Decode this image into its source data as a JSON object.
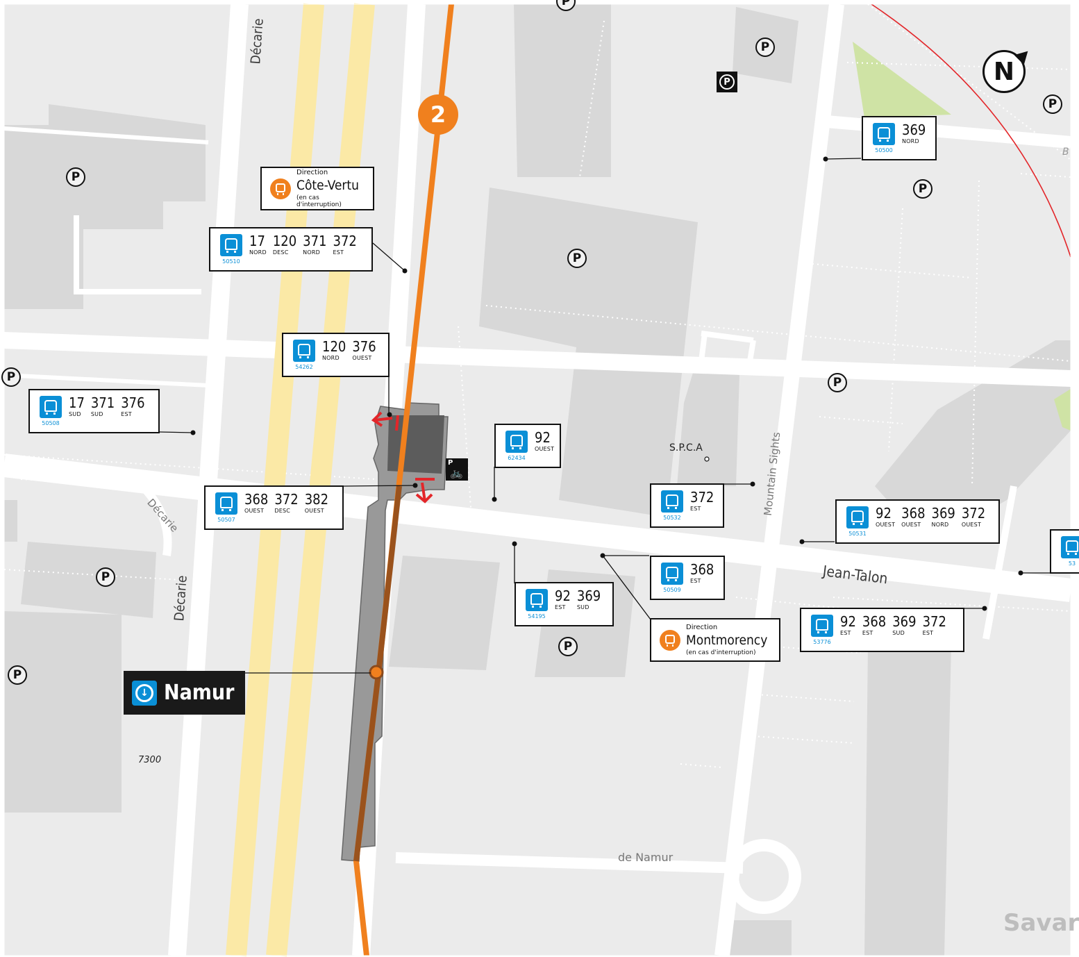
{
  "map": {
    "station_name": "Namur",
    "metro_line": "2",
    "north_label": "N",
    "streets": {
      "decarie_top": "Décarie",
      "decarie_bottom": "Décarie",
      "decarie_ramp": "Décarie",
      "jean_talon": "Jean-Talon",
      "mountain_sights": "Mountain Sights",
      "de_namur": "de Namur",
      "savane": "Savar",
      "b_partial": "B"
    },
    "places": {
      "spca": "S.P.C.A",
      "address": "7300"
    },
    "parking_label": "P",
    "bike_parking": {
      "p": "P",
      "bike": "🚲"
    },
    "directions": [
      {
        "id": "cote-vertu",
        "top": "Direction",
        "name": "Côte-Vertu",
        "note": "(en cas d'interruption)"
      },
      {
        "id": "montmorency",
        "top": "Direction",
        "name": "Montmorency",
        "note": "(en cas d'interruption)"
      }
    ],
    "bus_stops": [
      {
        "code": "50510",
        "routes": [
          {
            "num": "17",
            "dir": "NORD"
          },
          {
            "num": "120",
            "dir": "DESC"
          },
          {
            "num": "371",
            "dir": "NORD"
          },
          {
            "num": "372",
            "dir": "EST"
          }
        ]
      },
      {
        "code": "54262",
        "routes": [
          {
            "num": "120",
            "dir": "NORD"
          },
          {
            "num": "376",
            "dir": "OUEST"
          }
        ]
      },
      {
        "code": "50508",
        "routes": [
          {
            "num": "17",
            "dir": "SUD"
          },
          {
            "num": "371",
            "dir": "SUD"
          },
          {
            "num": "376",
            "dir": "EST"
          }
        ]
      },
      {
        "code": "50507",
        "routes": [
          {
            "num": "368",
            "dir": "OUEST"
          },
          {
            "num": "372",
            "dir": "DESC"
          },
          {
            "num": "382",
            "dir": "OUEST"
          }
        ]
      },
      {
        "code": "62434",
        "routes": [
          {
            "num": "92",
            "dir": "OUEST"
          }
        ]
      },
      {
        "code": "50532",
        "routes": [
          {
            "num": "372",
            "dir": "EST"
          }
        ]
      },
      {
        "code": "50500",
        "routes": [
          {
            "num": "369",
            "dir": "NORD"
          }
        ]
      },
      {
        "code": "50531",
        "routes": [
          {
            "num": "92",
            "dir": "OUEST"
          },
          {
            "num": "368",
            "dir": "OUEST"
          },
          {
            "num": "369",
            "dir": "NORD"
          },
          {
            "num": "372",
            "dir": "OUEST"
          }
        ]
      },
      {
        "code": "50509",
        "routes": [
          {
            "num": "368",
            "dir": "EST"
          }
        ]
      },
      {
        "code": "54195",
        "routes": [
          {
            "num": "92",
            "dir": "EST"
          },
          {
            "num": "369",
            "dir": "SUD"
          }
        ]
      },
      {
        "code": "53776",
        "routes": [
          {
            "num": "92",
            "dir": "EST"
          },
          {
            "num": "368",
            "dir": "EST"
          },
          {
            "num": "369",
            "dir": "SUD"
          },
          {
            "num": "372",
            "dir": "EST"
          }
        ]
      },
      {
        "code": "53",
        "routes": []
      }
    ],
    "colors": {
      "line_orange": "#f0801e",
      "highway_yellow": "#fbe9a6",
      "bus_blue": "#0a8fd6",
      "building_gray": "#d9d9d9",
      "background": "#ebebeb",
      "exit_red": "#e3262a"
    }
  }
}
